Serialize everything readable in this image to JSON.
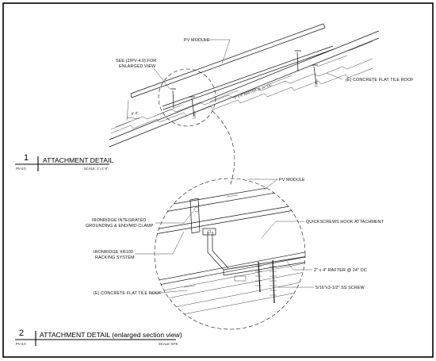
{
  "detail1": {
    "number": "1",
    "title": "ATTACHMENT DETAIL",
    "sheet_ref": "PV-4.0",
    "scale": "SCALE: 1\"=1'-0\"",
    "labels": {
      "pv_module": "PV MODULE",
      "see_ref_line1": "SEE (2/PV-4.0) FOR",
      "see_ref_line2": "ENLARGED VIEW",
      "roof": "(E) CONCRETE FLAT TILE ROOF",
      "rafter": "2\" x 4\" RAFTER @ 24\" OC",
      "spacing": "8\"-0\""
    }
  },
  "detail2": {
    "number": "2",
    "title": "ATTACHMENT DETAIL (enlarged section view)",
    "sheet_ref": "PV-4.0",
    "scale": "SCALE: NTS",
    "labels": {
      "pv_module": "PV MODULE",
      "clamp_line1": "IRONRIDGE INTEGRATED",
      "clamp_line2": "GROUNDING & END/MID CLAMP",
      "hook": "QUICKSCREWS HOOK ATTACHMENT",
      "rail_line1": "IRONRIDGE XR100",
      "rail_line2": "RACKING SYSTEM",
      "rafter": "2\" x 4\" RAFTER @ 24\" OC",
      "roof": "(E) CONCRETE FLAT TILE ROOF",
      "screw": "5/16\"x3-1/2\" SS SCREW"
    }
  }
}
